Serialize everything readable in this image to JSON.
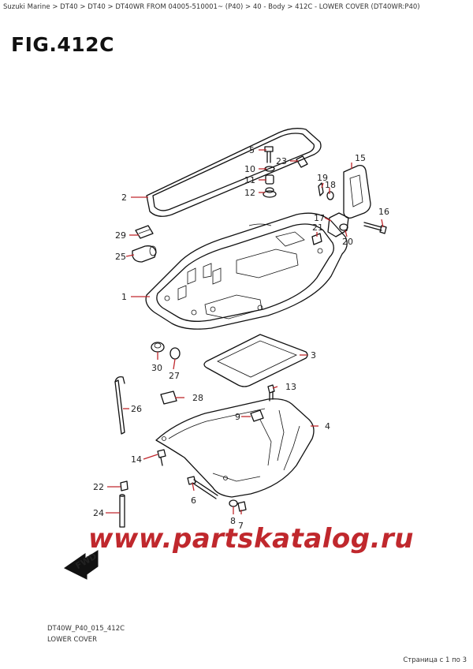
{
  "breadcrumb": "Suzuki Marine > DT40 > DT40 > DT40WR FROM 04005-510001~ (P40) > 40 - Body > 412C - LOWER COVER (DT40WR:P40)",
  "figure_title": "FIG.412C",
  "callouts": {
    "c1": "1",
    "c2": "2",
    "c3": "3",
    "c4": "4",
    "c5": "5",
    "c6": "6",
    "c7": "7",
    "c8": "8",
    "c9": "9",
    "c10": "10",
    "c11": "11",
    "c12": "12",
    "c13": "13",
    "c14": "14",
    "c15": "15",
    "c16": "16",
    "c17": "17",
    "c18": "18",
    "c19": "19",
    "c20": "20",
    "c21": "21",
    "c22": "22",
    "c23": "23",
    "c24": "24",
    "c25": "25",
    "c26": "26",
    "c27": "27",
    "c28": "28",
    "c29": "29",
    "c30": "30"
  },
  "fwd_label": "FWD",
  "watermark": "www.partskatalog.ru",
  "drawing_code": "DT40W_P40_015_412C",
  "caption": "LOWER COVER",
  "pager": "Страница с 1 по 3",
  "colors": {
    "callout_lead": "#c0282d",
    "watermark": "#c0282d",
    "line": "#111111"
  }
}
